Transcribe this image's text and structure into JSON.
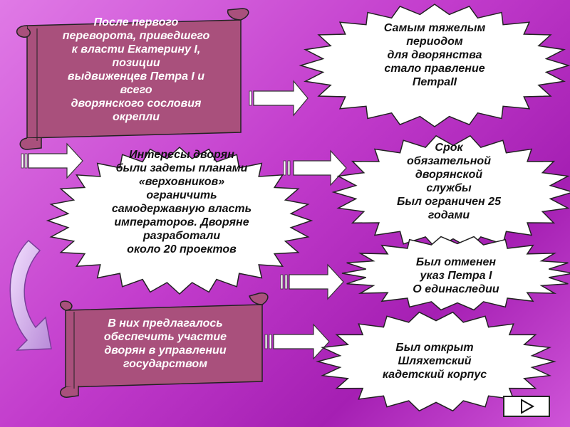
{
  "colors": {
    "background": "#c23ccc",
    "scroll_fill": "#a9507c",
    "burst_fill": "#ffffff",
    "arrow_fill": "#ffffff"
  },
  "scroll_top": {
    "text": "После первого\nпереворота, приведшего\nк власти Екатерину I,\nпозиции\nвыдвиженцев Петра I и\nвсего\nдворянского сословия\nокрепли"
  },
  "burst_top_right": {
    "text": "Самым тяжелым\nпериодом\nдля дворянства\nстало правление\nПетраII"
  },
  "burst_middle": {
    "text": "Интересы дворян\nбыли задеты планами\n«верховников»\nограничить\nсамодержавную власть\nимператоров. Дворяне\nразработали\nоколо 20 проектов"
  },
  "burst_service": {
    "text": "Срок\nобязательной\nдворянской\nслужбы\nБыл ограничен 25\nгодами"
  },
  "burst_decree": {
    "text": "Был отменен\nуказ Петра I\nО единаследии"
  },
  "scroll_bottom": {
    "text": "В них предлагалось\nобеспечить участие\nдворян в управлении\nгосударством"
  },
  "burst_corps": {
    "text": "Был открыт\nШляхетский\nкадетский корпус"
  },
  "nav": {
    "icon": "play-triangle-icon"
  }
}
